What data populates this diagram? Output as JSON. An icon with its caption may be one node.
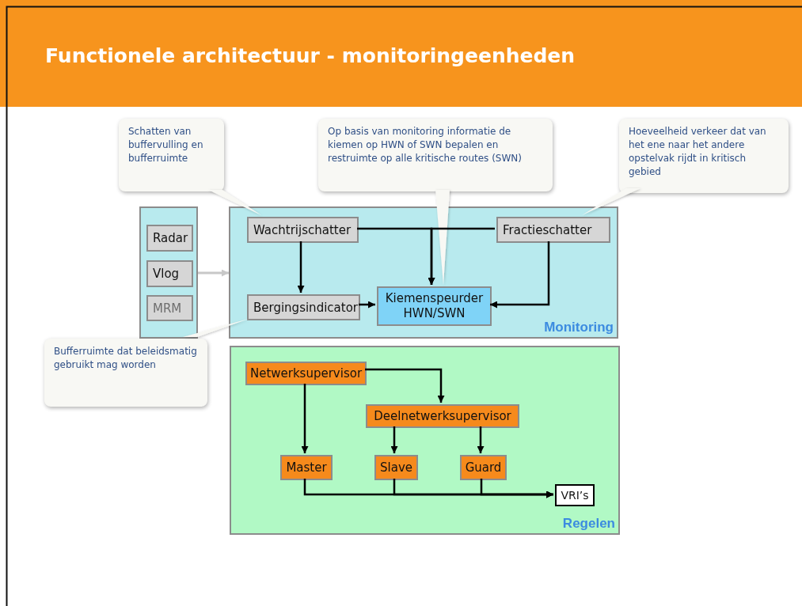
{
  "diagram": {
    "title": "Functionele architectuur - monitoringeenheden",
    "nodes": [
      {
        "text": [
          "Schatten van buffervulling en bufferruimte"
        ]
      },
      {
        "text": [
          "Op basis van monitoring informatie de kiemen op HWN of SWN bepalen en restruimte op alle kritische routes (SWN)"
        ]
      },
      {
        "text": [
          "Hoeveelheid verkeer dat van het ene naar het andere opstelvak rijdt in kritisch gebied"
        ]
      },
      {
        "text": [],
        "shape": "box"
      },
      {
        "text": [
          "Radar"
        ],
        "in": 3
      },
      {
        "text": [
          "Vlog"
        ],
        "in": 3
      },
      {
        "text": [
          "MRM"
        ],
        "in": 3
      },
      {
        "text": [
          "Monitoring"
        ]
      },
      {
        "text": [
          "Wachtrijschatter"
        ],
        "in": 7
      },
      {
        "text": [
          "Fractieschatter"
        ],
        "in": 7
      },
      {
        "text": [
          "Bergingsindicator"
        ],
        "in": 7
      },
      {
        "text": [
          "Kiemenspeurder HWN/SWN"
        ],
        "in": 7
      },
      {
        "text": [
          "Bufferruimte dat beleidsmatig gebruikt mag worden"
        ]
      },
      {
        "text": [
          "Regelen"
        ]
      },
      {
        "text": [
          "Netwerksupervisor"
        ],
        "in": 13
      },
      {
        "text": [
          "Deelnetwerksupervisor"
        ],
        "in": 13
      },
      {
        "text": [
          "Master"
        ],
        "in": 13
      },
      {
        "text": [
          "Slave"
        ],
        "in": 13
      },
      {
        "text": [
          "Guard"
        ],
        "in": 13
      },
      {
        "text": [
          "VRI’s"
        ],
        "in": 13
      }
    ],
    "edges": [
      {
        "from": 0,
        "to": 8,
        "arrow": "none"
      },
      {
        "from": 1,
        "to": 11,
        "arrow": "none"
      },
      {
        "from": 2,
        "to": 9,
        "arrow": "none"
      },
      {
        "from": 12,
        "to": 10,
        "arrow": "none"
      },
      {
        "from": 3,
        "to": 7,
        "arrow": "to",
        "color": "#c8c8c8"
      },
      {
        "from": 8,
        "to": 10,
        "arrow": "to"
      },
      {
        "from": 8,
        "to": 11,
        "arrow": "to"
      },
      {
        "from": 9,
        "to": 11,
        "arrow": "to"
      },
      {
        "from": 9,
        "to": 11,
        "arrow": "to"
      },
      {
        "from": 10,
        "to": 11,
        "arrow": "to"
      },
      {
        "from": 14,
        "to": 16,
        "arrow": "to"
      },
      {
        "from": 14,
        "to": 15,
        "arrow": "to"
      },
      {
        "from": 15,
        "to": 17,
        "arrow": "to"
      },
      {
        "from": 15,
        "to": 18,
        "arrow": "to"
      },
      {
        "from": 16,
        "to": 19,
        "arrow": "to"
      },
      {
        "from": 17,
        "to": 19,
        "arrow": "to"
      },
      {
        "from": 18,
        "to": 19,
        "arrow": "to"
      }
    ]
  }
}
